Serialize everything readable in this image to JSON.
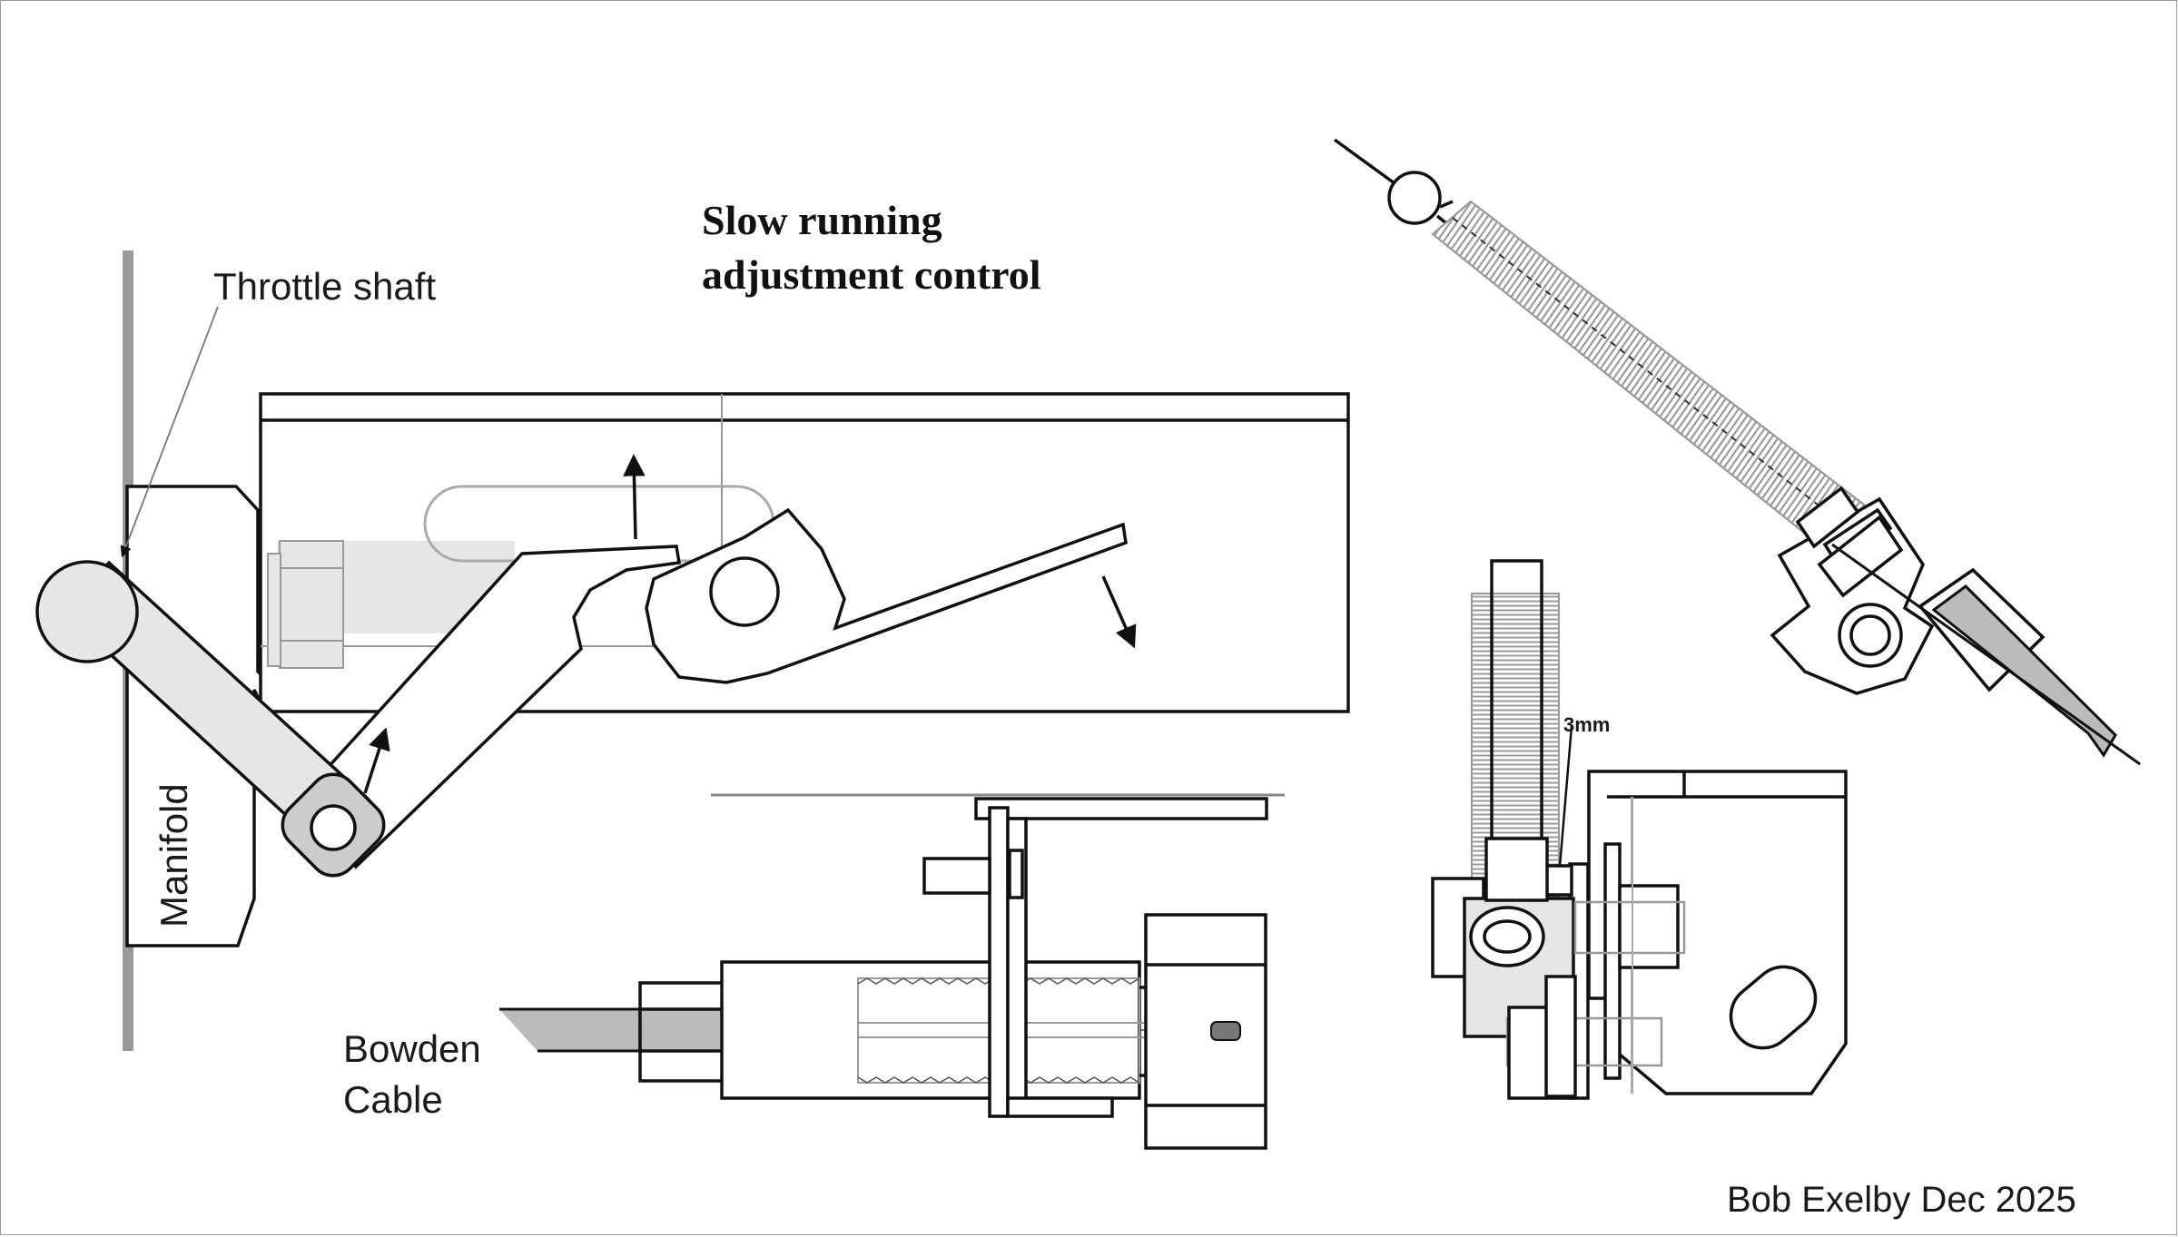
{
  "title": {
    "line1": "Slow running",
    "line2": "adjustment control"
  },
  "labels": {
    "throttle_shaft": "Throttle shaft",
    "manifold": "Manifold",
    "bowden_line1": "Bowden",
    "bowden_line2": "Cable",
    "dimension": "3mm",
    "credit": "Bob Exelby Dec 2025"
  },
  "colors": {
    "stroke": "#111111",
    "light_fill": "#e6e6e6",
    "mid_fill": "#c8c8c8",
    "grey_line": "#999999",
    "manifold_bar": "#9a9a9a"
  }
}
